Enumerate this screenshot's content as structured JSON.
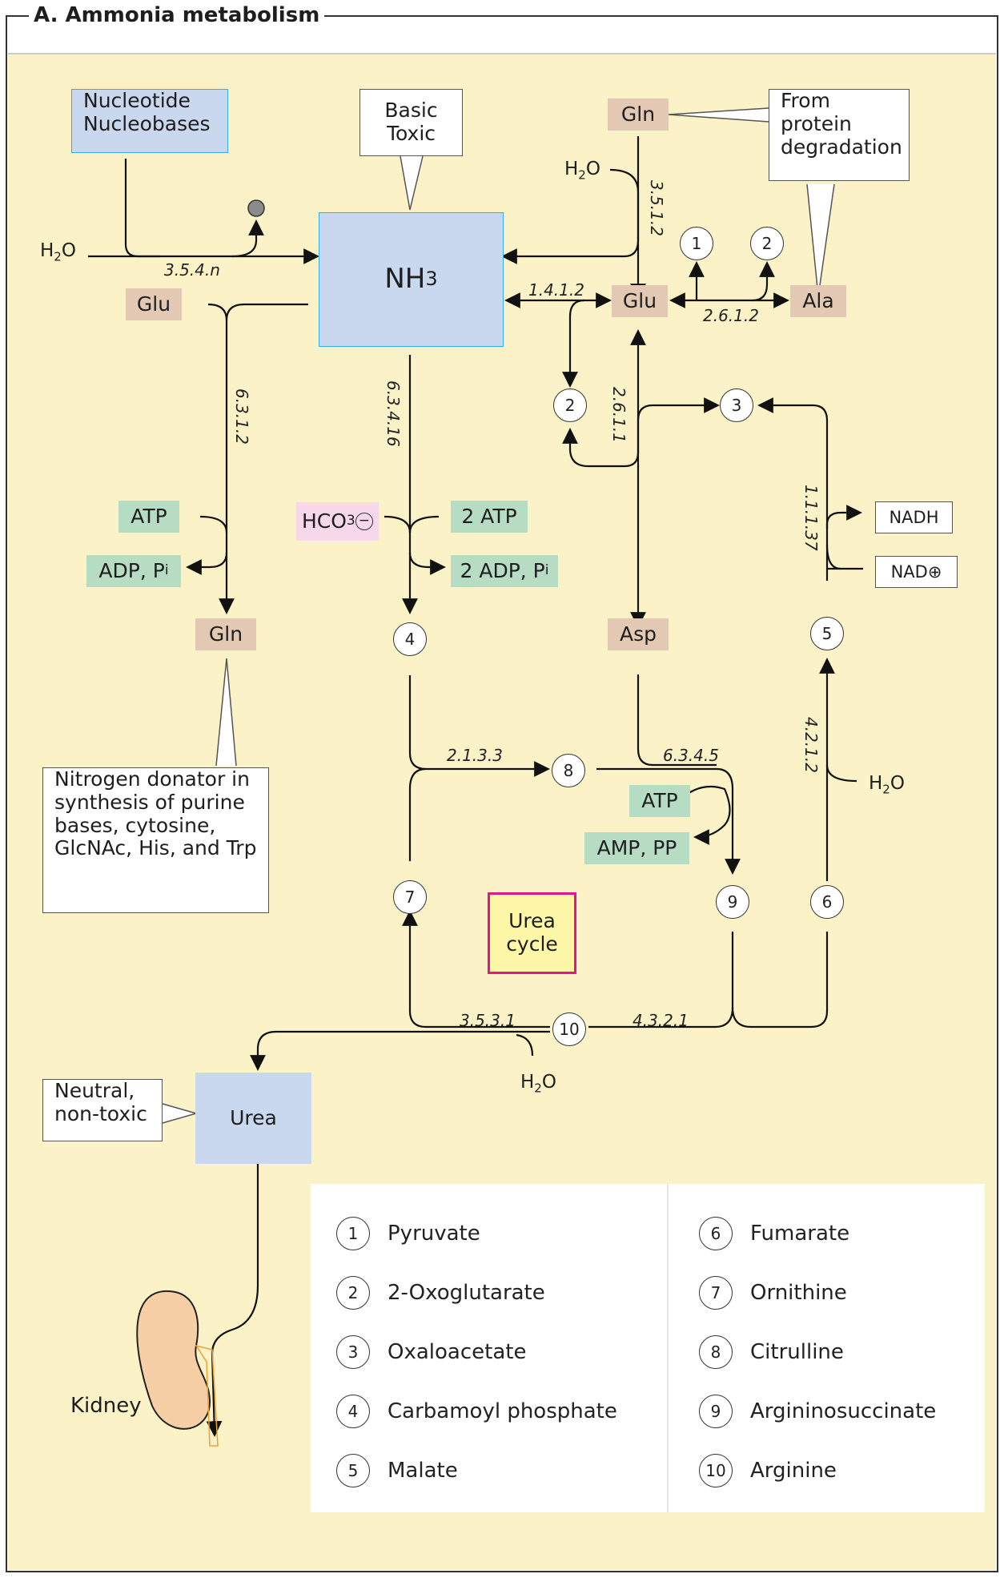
{
  "title": "A. Ammonia metabolism",
  "nodes": {
    "nucleotide": [
      "Nucleotide",
      "Nucleobases"
    ],
    "basic_toxic": [
      "Basic",
      "Toxic"
    ],
    "nh3": "NH3",
    "gln_top": "Gln",
    "from_protein": [
      "From",
      "protein",
      "degradation"
    ],
    "glu_left": "Glu",
    "glu_center": "Glu",
    "ala": "Ala",
    "atp_left": "ATP",
    "adp_pi_left": "ADP, Pi",
    "hco3": "HCO3⊖",
    "atp_2": "2 ATP",
    "adp_2": "2 ADP, Pi",
    "gln_bottom": "Gln",
    "asp": "Asp",
    "nitrogen_donator": [
      "Nitrogen donator in",
      "synthesis of purine",
      "bases, cytosine,",
      "GlcNAc, His, and Trp"
    ],
    "atp_mid": "ATP",
    "amp_pp": "AMP, PP",
    "nadh": "NADH",
    "nad": "NAD⊕",
    "urea_cycle": [
      "Urea",
      "cycle"
    ],
    "urea": "Urea",
    "neutral": [
      "Neutral,",
      "non-toxic"
    ],
    "kidney": "Kidney",
    "water": "H2O"
  },
  "enzymes": {
    "e3_5_4_n": "3.5.4.n",
    "e3_5_1_2": "3.5.1.2",
    "e1_4_1_2": "1.4.1.2",
    "e2_6_1_2": "2.6.1.2",
    "e6_3_1_2": "6.3.1.2",
    "e6_3_4_16": "6.3.4.16",
    "e2_6_1_1": "2.6.1.1",
    "e1_1_1_37": "1.1.1.37",
    "e2_1_3_3": "2.1.3.3",
    "e6_3_4_5": "6.3.4.5",
    "e4_2_1_2": "4.2.1.2",
    "e3_5_3_1": "3.5.3.1",
    "e4_3_2_1": "4.3.2.1"
  },
  "legend": [
    {
      "num": "1",
      "name": "Pyruvate"
    },
    {
      "num": "2",
      "name": "2-Oxoglutarate"
    },
    {
      "num": "3",
      "name": "Oxaloacetate"
    },
    {
      "num": "4",
      "name": "Carbamoyl phosphate"
    },
    {
      "num": "5",
      "name": "Malate"
    },
    {
      "num": "6",
      "name": "Fumarate"
    },
    {
      "num": "7",
      "name": "Ornithine"
    },
    {
      "num": "8",
      "name": "Citrulline"
    },
    {
      "num": "9",
      "name": "Argininosuccinate"
    },
    {
      "num": "10",
      "name": "Arginine"
    }
  ],
  "circle_numbers": {
    "c1": "1",
    "c2": "2",
    "c3": "3",
    "c4": "4",
    "c5": "5",
    "c6": "6",
    "c7": "7",
    "c8": "8",
    "c9": "9",
    "c10": "10"
  },
  "colors": {
    "background": "#fbf3c7",
    "metabolite": "#e3c9b4",
    "energy": "#b6dcc4",
    "ammonia": "#c9d7ef",
    "bicarbonate": "#f7d8eb",
    "urea_cycle_border": "#e0168a"
  }
}
